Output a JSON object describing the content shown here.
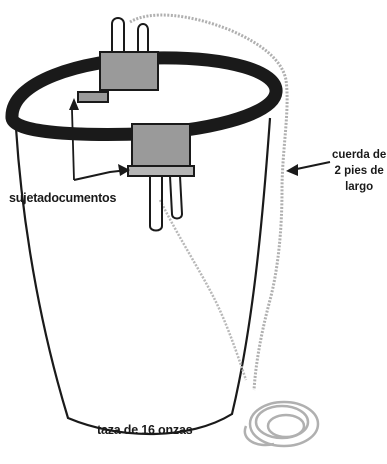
{
  "labels": {
    "clip": "sujetadocumentos",
    "cup": "taza de 16 onzas",
    "string_line1": "cuerda de",
    "string_line2": "2 pies de",
    "string_line3": "largo"
  },
  "colors": {
    "outline": "#1a1a1a",
    "rim": "#1a1a1a",
    "clip_fill": "#9a9a9a",
    "string": "#b0b0b0"
  }
}
